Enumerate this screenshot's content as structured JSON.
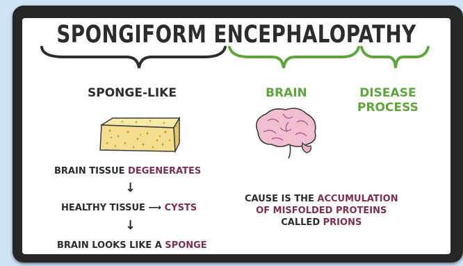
{
  "title": "SPONGIFORM ENCEPHALOPATHY",
  "labels": {
    "sponge_like": "SPONGE-LIKE",
    "brain": "BRAIN",
    "disease_line1": "DISEASE",
    "disease_line2": "PROCESS"
  },
  "flow": {
    "step1_prefix": "BRAIN TISSUE ",
    "step1_highlight": "DEGENERATES",
    "step2_prefix": "HEALTHY TISSUE ",
    "step2_arrow": "⟶",
    "step2_highlight": "CYSTS",
    "step3_prefix": "BRAIN LOOKS LIKE A ",
    "step3_highlight": "SPONGE",
    "down_arrow": "↓"
  },
  "cause": {
    "line1_prefix": "CAUSE IS THE ",
    "line1_highlight": "ACCUMULATION",
    "line2_highlight": "OF MISFOLDED PROTEINS",
    "line3_prefix": "CALLED ",
    "line3_highlight": "PRIONS"
  },
  "colors": {
    "ink": "#2c2c2c",
    "green": "#5fa43c",
    "highlight": "#7a3050",
    "sponge": "#f3df8f",
    "brain": "#f2bfd2"
  }
}
